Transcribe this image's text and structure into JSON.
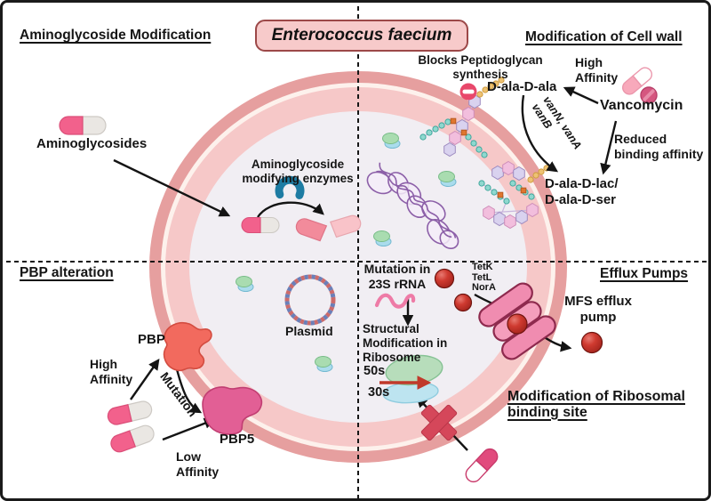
{
  "title": "Enterococcus faecium",
  "cell": {
    "plasmid_label": "Plasmid"
  },
  "quadrants": {
    "aminoglycoside_modification": {
      "heading": "Aminoglycoside Modification",
      "drug_label": "Aminoglycosides",
      "enzyme_label": "Aminoglycoside\nmodifying enzymes"
    },
    "cell_wall_modification": {
      "heading": "Modification of Cell wall",
      "blocks_label": "Blocks Peptidoglycan\nsynthesis",
      "target_native": "D-ala-D-ala",
      "high_affinity": "High\nAffinity",
      "drug_label": "Vancomycin",
      "van_genes": "vanN, vanA\nvanB",
      "reduced_affinity": "Reduced\nbinding affinity",
      "target_modified": "D-ala-D-lac/\nD-ala-D-ser"
    },
    "pbp_alteration": {
      "heading": "PBP alteration",
      "pbp_label": "PBP",
      "pbp5_label": "PBP5",
      "high_affinity": "High\nAffinity",
      "mutation_label": "Mutation",
      "low_affinity": "Low\nAffinity"
    },
    "efflux_pumps": {
      "heading": "Efflux Pumps",
      "transporters": "TetK\nTetL\nNorA",
      "pump_label": "MFS efflux\npump"
    },
    "ribosomal_modification": {
      "heading": "Modification of Ribosomal\nbinding site",
      "mutation_label": "Mutation in\n23S rRNA",
      "structural_label": "Structural\nModification in\nRibosome",
      "subunit_50s": "50s",
      "subunit_30s": "30s"
    }
  },
  "icons": {
    "capsule": "two-tone pill capsule",
    "tablet": "round pill",
    "enzyme": "blue crescent enzyme",
    "plasmid": "circular DNA ring",
    "chromosome": "tangled DNA coil",
    "ribosome": "green 50s over blue 30s subunits",
    "efflux_pump": "pink ribbed membrane barrel",
    "drug_sphere": "red drug molecule",
    "blocked_sign": "red no-entry minus",
    "blocked_cross": "red X",
    "rrna": "pink squiggle"
  },
  "colors": {
    "membrane_outer": "#e69f9f",
    "membrane_inner": "#f6c8c8",
    "cytoplasm": "#f1eef3",
    "capsule_pink": "#f2618c",
    "vancomycin_pink": "#f8a9bb",
    "sphere_red": "#c0392b",
    "pump_pink": "#f08cb0",
    "pbp_salmon": "#f26a5e",
    "pbp5_magenta": "#e25f95",
    "title_box_bg": "#f7caca",
    "title_box_border": "#9c4848"
  }
}
